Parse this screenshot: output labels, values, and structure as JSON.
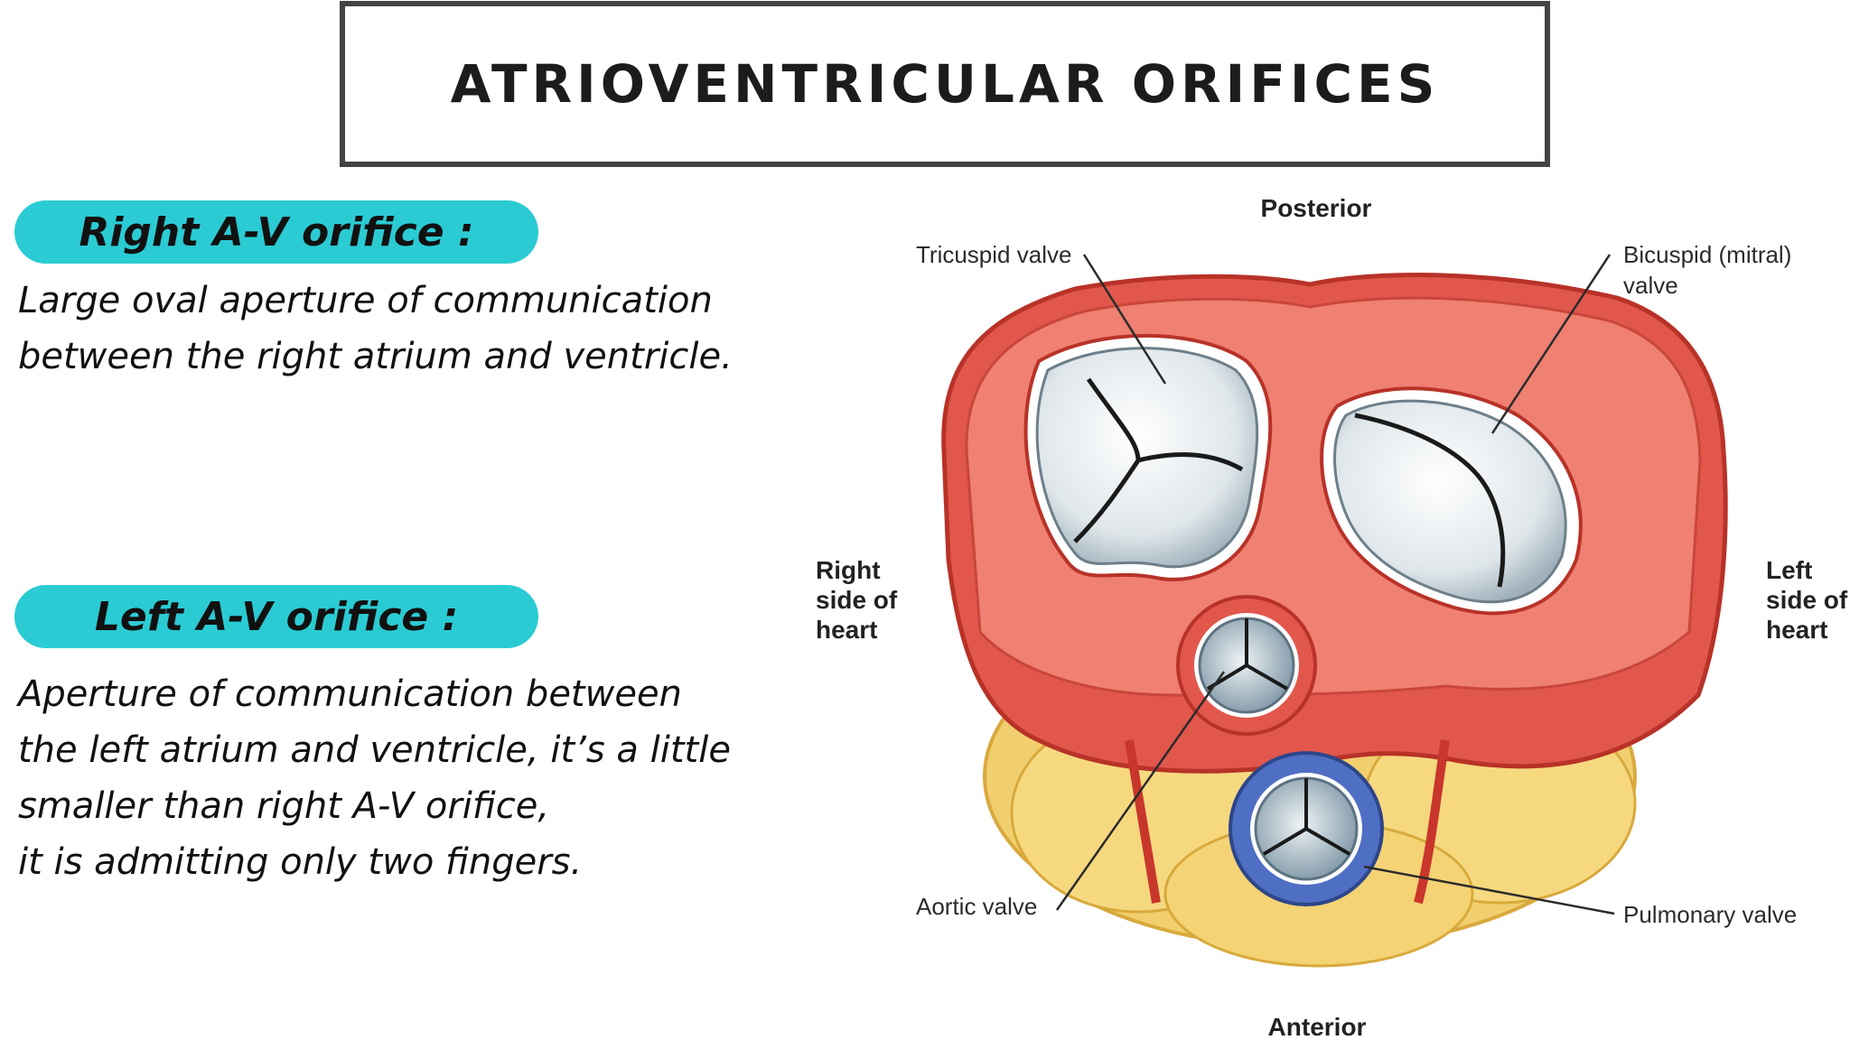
{
  "title": "ATRIOVENTRICULAR ORIFICES",
  "right_av": {
    "heading": "Right A-V orifice :",
    "description": "Large oval aperture of communication\nbetween the right atrium and ventricle."
  },
  "left_av": {
    "heading": "Left A-V orifice :",
    "description": "Aperture of communication between\nthe left atrium and ventricle, it’s a little\nsmaller than right A-V orifice,\nit is admitting only two fingers."
  },
  "diagram": {
    "posterior": "Posterior",
    "anterior": "Anterior",
    "tricuspid": "Tricuspid valve",
    "bicuspid_line1": "Bicuspid (mitral)",
    "bicuspid_line2": "valve",
    "right_side": [
      "Right",
      "side of",
      "heart"
    ],
    "left_side": [
      "Left",
      "side of",
      "heart"
    ],
    "aortic": "Aortic valve",
    "pulmonary": "Pulmonary valve"
  },
  "colors": {
    "accent_pill": "#2bcbd3",
    "muscle": "#e2574c",
    "fat": "#f2cf6e",
    "valve": "#dfe6ea",
    "pulmonary_ring": "#4f6fc4"
  }
}
